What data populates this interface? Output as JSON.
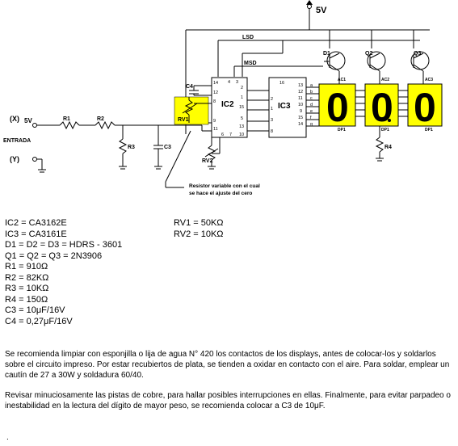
{
  "schematic": {
    "supply_label": "5V",
    "bus_lsd": "LSD",
    "bus_msd": "MSD",
    "input_x": "(X)",
    "input_5v": "5V",
    "input_y": "(Y)",
    "entrada": "ENTRADA",
    "r1": "R1",
    "r2": "R2",
    "r3": "R3",
    "r4": "R4",
    "c3": "C3",
    "c4": "C4",
    "rv1": "RV1",
    "rv2": "RV2",
    "ic2": "IC2",
    "ic3": "IC3",
    "d1": "D1",
    "q2": "Q2",
    "q3": "Q3",
    "display_digits": [
      "0",
      "0",
      "0"
    ],
    "dp_labels": [
      "DP1",
      "DP1",
      "DP1"
    ],
    "ac_labels": [
      "AC1",
      "AC2",
      "AC3"
    ],
    "seg_labels": [
      "a",
      "b",
      "c",
      "d",
      "e",
      "f",
      "g"
    ],
    "ic2_pins_left": [
      "14",
      "12",
      "8",
      "9",
      "11"
    ],
    "ic2_pins_top": [
      "4",
      "3"
    ],
    "ic2_pins_right": [
      "2",
      "1",
      "15",
      "5",
      "13",
      "10"
    ],
    "ic2_pins_bottom": [
      "6",
      "7"
    ],
    "ic3_pins_left": [
      "16",
      "2",
      "1",
      "3",
      "8"
    ],
    "ic3_pins_right": [
      "13",
      "12",
      "11",
      "10",
      "9",
      "15",
      "14"
    ],
    "annotation": [
      "Resistor variable con el cual",
      "se hace el ajuste del cero"
    ],
    "highlight_color": "#ffff00"
  },
  "parts_left": [
    "IC2 = CA3162E",
    "IC3 = CA3161E",
    "D1 = D2 = D3 = HDRS - 3601",
    "Q1 = Q2 = Q3 = 2N3906",
    "R1 = 910Ω",
    "R2 = 82KΩ",
    "R3 = 10KΩ",
    "R4 = 150Ω",
    "C3 = 10μF/16V",
    "C4 = 0,27μF/16V"
  ],
  "parts_right": [
    "RV1 = 50KΩ",
    "RV2 = 10KΩ"
  ],
  "notes": [
    "Se recomienda limpiar con esponjilla o lija de agua N° 420 los contactos de los displays, antes de colocar-los y soldarlos sobre el circuito impreso. Por estar recubiertos de plata, se tienden a oxidar en contacto con el aire. Para soldar, emplear un cautín de 27 a 30W y soldadura 60/40.",
    "Revisar minuciosamente las pistas de cobre, para hallar posibles interrupciones en ellas. Finalmente, para evitar parpadeo o inestabilidad en la lectura del dígito de mayor peso, se recomienda colocar a C3 de 10μF."
  ],
  "trailing_mark": "."
}
